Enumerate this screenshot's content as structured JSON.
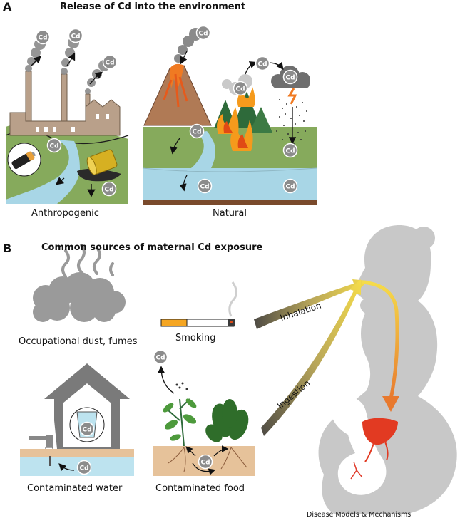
{
  "panel_a": {
    "letter": "A",
    "title": "Release of Cd into the environment",
    "labels": {
      "anthropogenic": "Anthropogenic",
      "natural": "Natural"
    }
  },
  "panel_b": {
    "letter": "B",
    "title": "Common sources of maternal Cd exposure",
    "labels": {
      "dust": "Occupational dust, fumes",
      "smoking": "Smoking",
      "water": "Contaminated water",
      "food": "Contaminated food",
      "inhalation": "Inhalation",
      "ingestion": "Ingestion"
    }
  },
  "cd_symbol": "Cd",
  "credit": "Disease Models & Mechanisms",
  "colors": {
    "grass": "#86aa5c",
    "water": "#a8d6e6",
    "soil": "#e6c29a",
    "silhouette": "#c8c8c8",
    "arrow_yellow": "#f2d84a",
    "arrow_orange": "#e8792e",
    "fire": "#f59a1c",
    "factory": "#b9a08a"
  }
}
